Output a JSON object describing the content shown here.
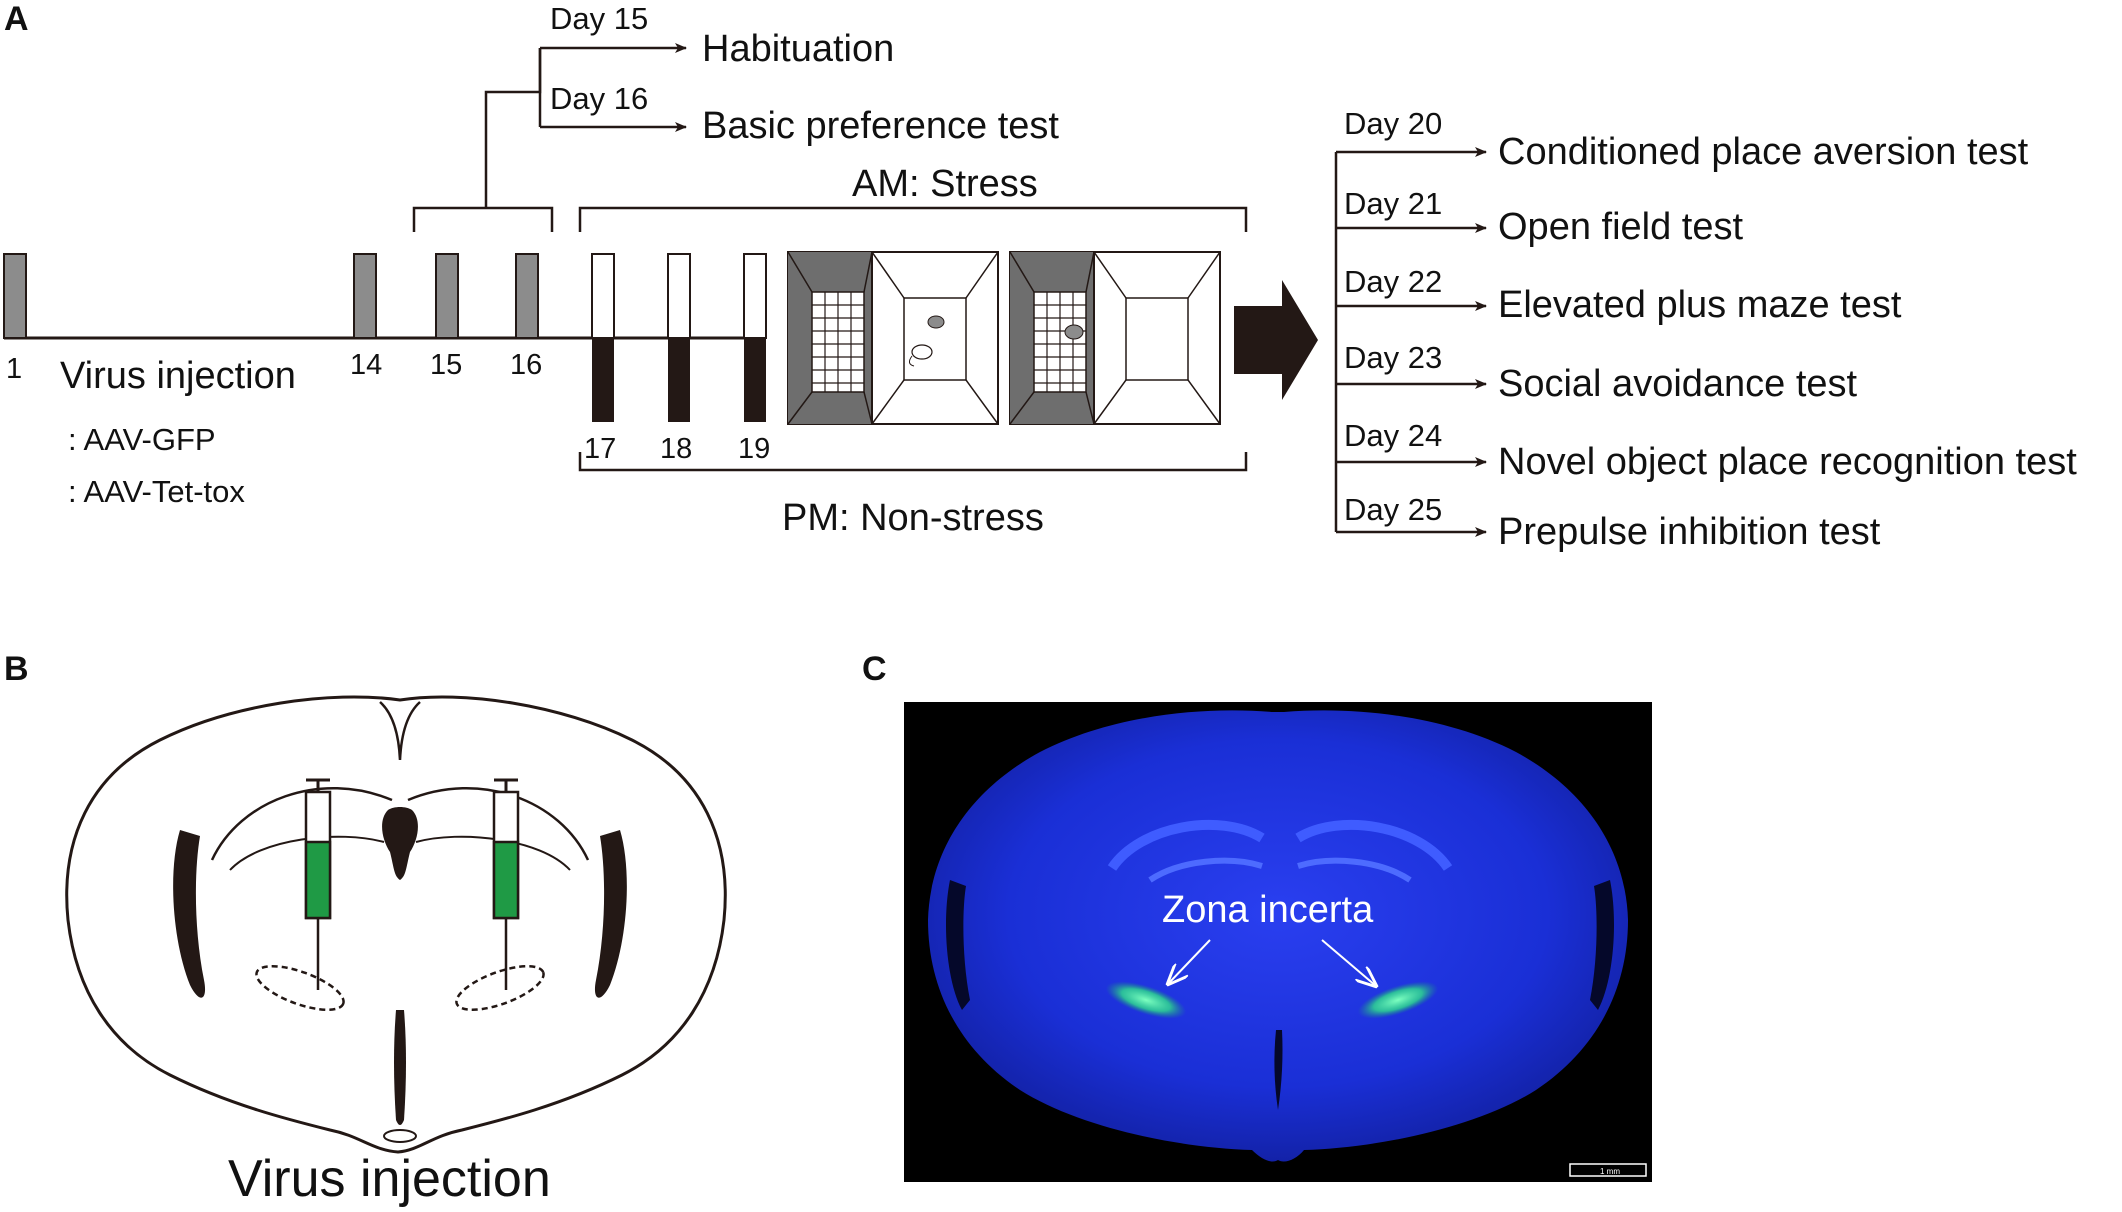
{
  "panels": {
    "a": "A",
    "b": "B",
    "c": "C"
  },
  "timeline": {
    "days": [
      "1",
      "14",
      "15",
      "16",
      "17",
      "18",
      "19"
    ],
    "virus_injection": "Virus injection",
    "constructs": [
      ": AAV-GFP",
      ": AAV-Tet-tox"
    ],
    "am_label": "AM: Stress",
    "pm_label": "PM: Non-stress",
    "pretests": [
      {
        "day": "Day 15",
        "name": "Habituation"
      },
      {
        "day": "Day 16",
        "name": "Basic preference test"
      }
    ],
    "tests": [
      {
        "day": "Day 20",
        "name": "Conditioned place aversion test"
      },
      {
        "day": "Day 21",
        "name": "Open field test"
      },
      {
        "day": "Day 22",
        "name": "Elevated plus maze test"
      },
      {
        "day": "Day 23",
        "name": "Social avoidance test"
      },
      {
        "day": "Day 24",
        "name": "Novel object place recognition test"
      },
      {
        "day": "Day 25",
        "name": "Prepulse inhibition test"
      }
    ]
  },
  "panel_b": {
    "caption": "Virus injection",
    "syringe_fill_color": "#1f9a45"
  },
  "panel_c": {
    "label": "Zona incerta",
    "scalebar": "1 mm",
    "stain_color": "#1a2fd6",
    "gfp_color": "#3dff9a"
  },
  "colors": {
    "gray_bar": "#8c8c8c",
    "dark": "#231815",
    "chamber_gray": "#6e6e6e"
  }
}
